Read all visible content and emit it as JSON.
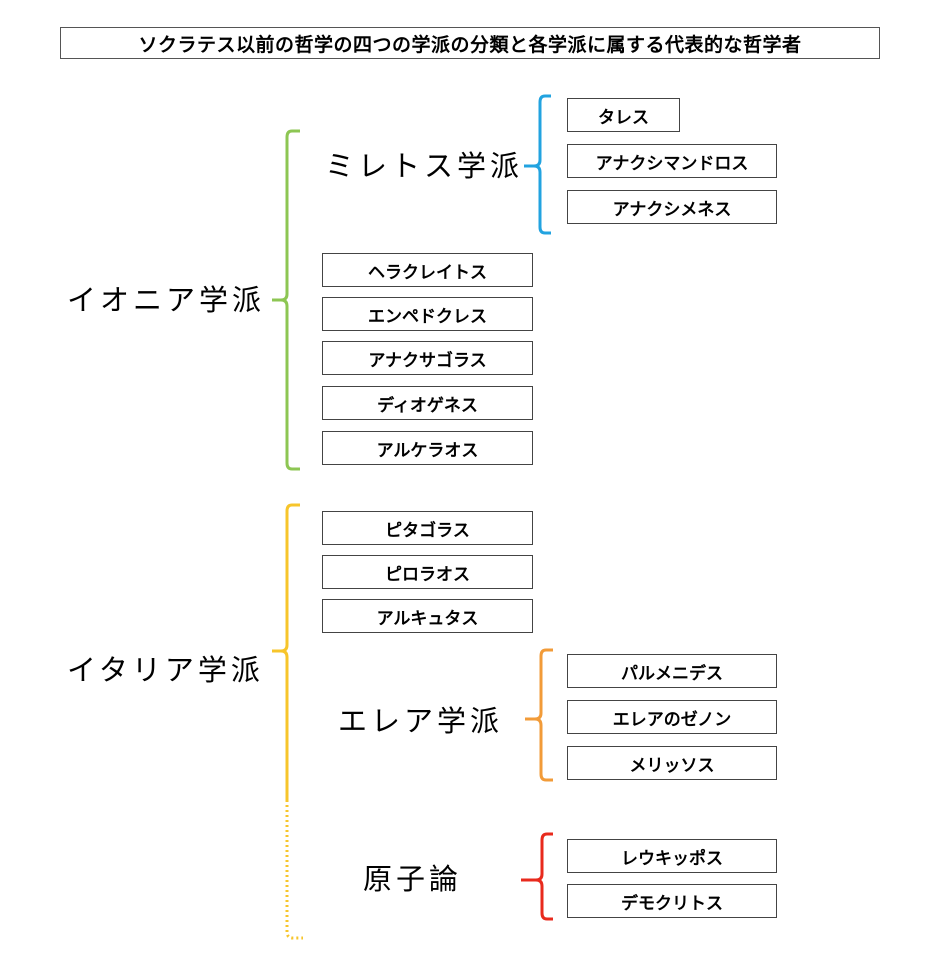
{
  "title": "ソクラテス以前の哲学の四つの学派の分類と各学派に属する代表的な哲学者",
  "colors": {
    "ionia": "#8dc653",
    "miletus": "#22a3e0",
    "italy": "#f7c52b",
    "elea": "#f29b38",
    "atomism": "#e82a1d"
  },
  "schools": {
    "ionia": {
      "label": "イオニア学派"
    },
    "miletus": {
      "label": "ミレトス学派",
      "members": [
        "タレス",
        "アナクシマンドロス",
        "アナクシメネス"
      ]
    },
    "ionia_members": [
      "ヘラクレイトス",
      "エンペドクレス",
      "アナクサゴラス",
      "ディオゲネス",
      "アルケラオス"
    ],
    "italy": {
      "label": "イタリア学派"
    },
    "italy_members": [
      "ピタゴラス",
      "ピロラオス",
      "アルキュタス"
    ],
    "elea": {
      "label": "エレア学派",
      "members": [
        "パルメニデス",
        "エレアのゼノン",
        "メリッソス"
      ]
    },
    "atomism": {
      "label": "原子論",
      "members": [
        "レウキッポス",
        "デモクリトス"
      ]
    }
  }
}
